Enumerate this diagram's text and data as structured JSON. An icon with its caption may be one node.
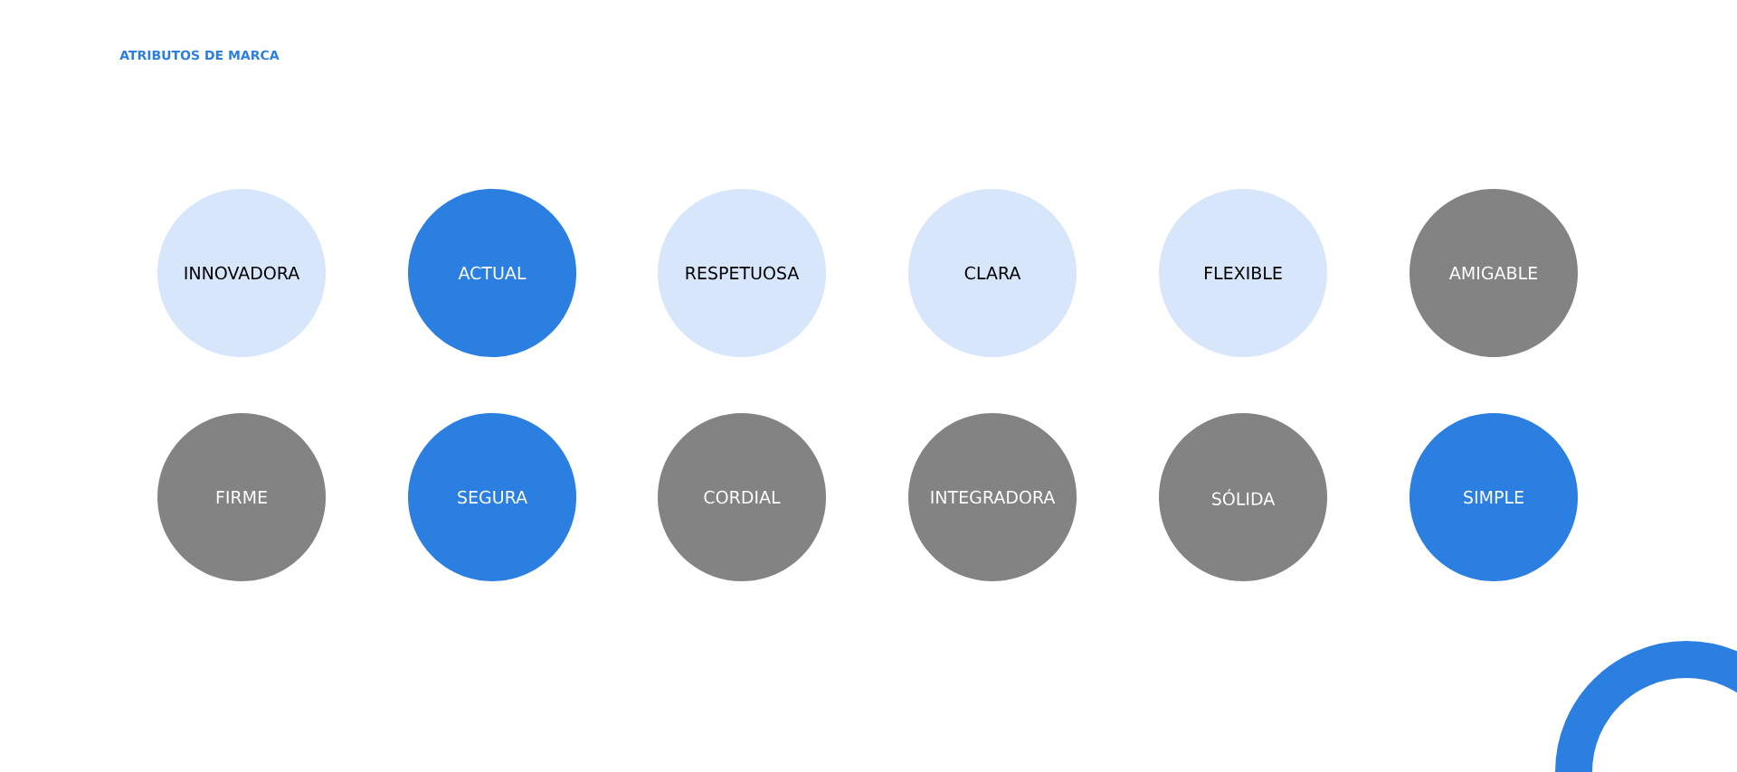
{
  "diagram": {
    "title": "ATRIBUTOS DE MARCA",
    "nodes": [
      {
        "text": [
          "INNOVADORA"
        ]
      },
      {
        "text": [
          "ACTUAL"
        ]
      },
      {
        "text": [
          "RESPETUOSA"
        ]
      },
      {
        "text": [
          "CLARA"
        ]
      },
      {
        "text": [
          "FLEXIBLE"
        ]
      },
      {
        "text": [
          "AMIGABLE"
        ]
      },
      {
        "text": [
          "FIRME"
        ]
      },
      {
        "text": [
          "SEGURA"
        ]
      },
      {
        "text": [
          "CORDIAL"
        ]
      },
      {
        "text": [
          "INTEGRADORA"
        ]
      },
      {
        "text": [
          "SÓLIDA"
        ]
      },
      {
        "text": [
          "SIMPLE"
        ]
      }
    ]
  }
}
